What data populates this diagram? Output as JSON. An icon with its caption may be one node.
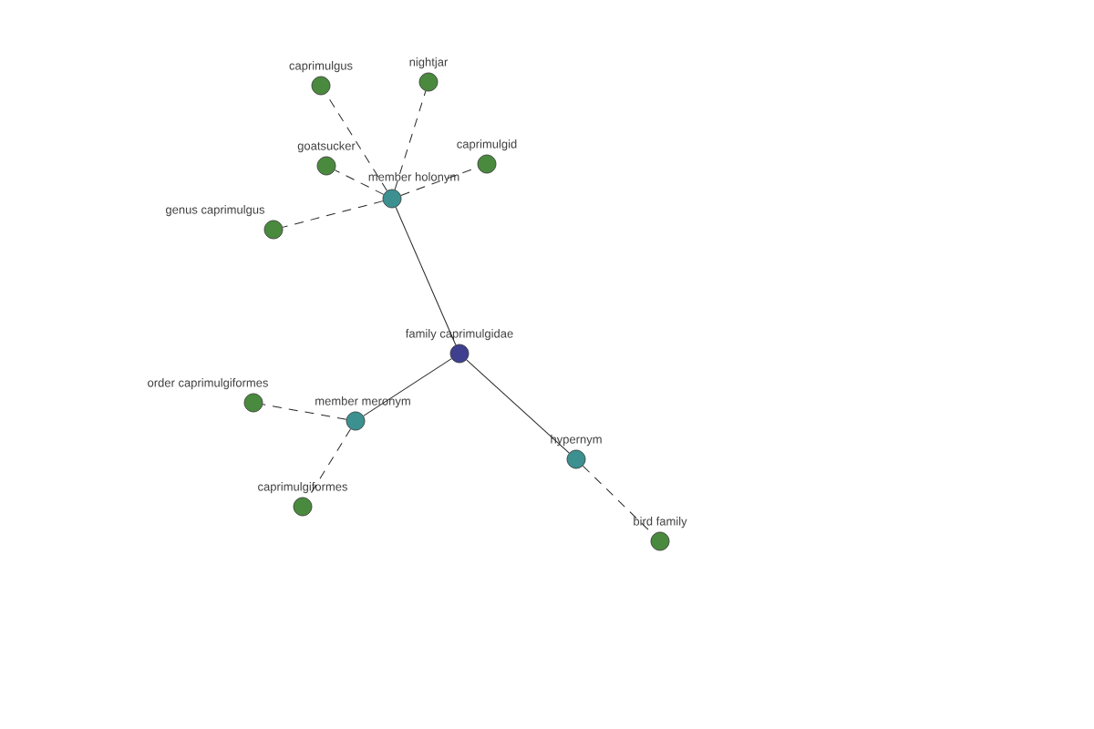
{
  "diagram": {
    "nodes": [
      {
        "text": [
          "family caprimulgidae"
        ]
      },
      {
        "text": [
          "member holonym"
        ]
      },
      {
        "text": [
          "caprimulgus"
        ]
      },
      {
        "text": [
          "nightjar"
        ]
      },
      {
        "text": [
          "goatsucker"
        ]
      },
      {
        "text": [
          "caprimulgid"
        ]
      },
      {
        "text": [
          "genus caprimulgus"
        ]
      },
      {
        "text": [
          "member meronym"
        ]
      },
      {
        "text": [
          "order caprimulgiformes"
        ]
      },
      {
        "text": [
          "caprimulgiformes"
        ]
      },
      {
        "text": [
          "hypernym"
        ]
      },
      {
        "text": [
          "bird family"
        ]
      }
    ],
    "edges": [
      {
        "from": 0,
        "to": 1,
        "arrow": "none"
      },
      {
        "from": 0,
        "to": 7,
        "arrow": "none"
      },
      {
        "from": 0,
        "to": 10,
        "arrow": "none"
      },
      {
        "from": 1,
        "to": 2,
        "arrow": "none",
        "style": "dashed"
      },
      {
        "from": 1,
        "to": 3,
        "arrow": "none",
        "style": "dashed"
      },
      {
        "from": 1,
        "to": 4,
        "arrow": "none",
        "style": "dashed"
      },
      {
        "from": 1,
        "to": 5,
        "arrow": "none",
        "style": "dashed"
      },
      {
        "from": 1,
        "to": 6,
        "arrow": "none",
        "style": "dashed"
      },
      {
        "from": 7,
        "to": 8,
        "arrow": "none",
        "style": "dashed"
      },
      {
        "from": 7,
        "to": 9,
        "arrow": "none",
        "style": "dashed"
      },
      {
        "from": 10,
        "to": 11,
        "arrow": "none",
        "style": "dashed"
      }
    ]
  }
}
